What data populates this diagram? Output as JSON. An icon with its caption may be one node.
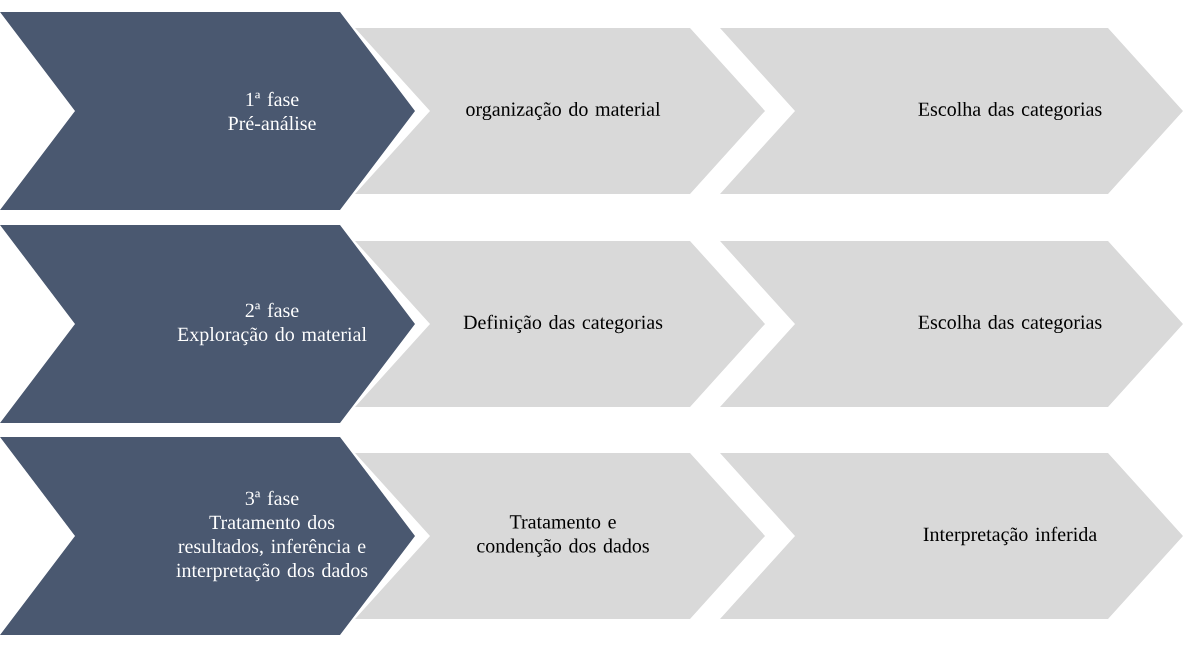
{
  "diagram": {
    "nodes": [
      {
        "text": [
          "1ª fase",
          "Pré-análise"
        ]
      },
      {
        "text": [
          "organização do material"
        ]
      },
      {
        "text": [
          "Escolha das categorias"
        ]
      },
      {
        "text": [
          "2ª fase",
          "Exploração do material"
        ]
      },
      {
        "text": [
          "Definição das categorias"
        ]
      },
      {
        "text": [
          "Escolha das categorias"
        ]
      },
      {
        "text": [
          "3ª fase",
          "Tratamento dos resultados, inferência e interpretação dos dados"
        ]
      },
      {
        "text": [
          "Tratamento e condenção dos dados"
        ]
      },
      {
        "text": [
          "Interpretação inferida"
        ]
      }
    ]
  }
}
